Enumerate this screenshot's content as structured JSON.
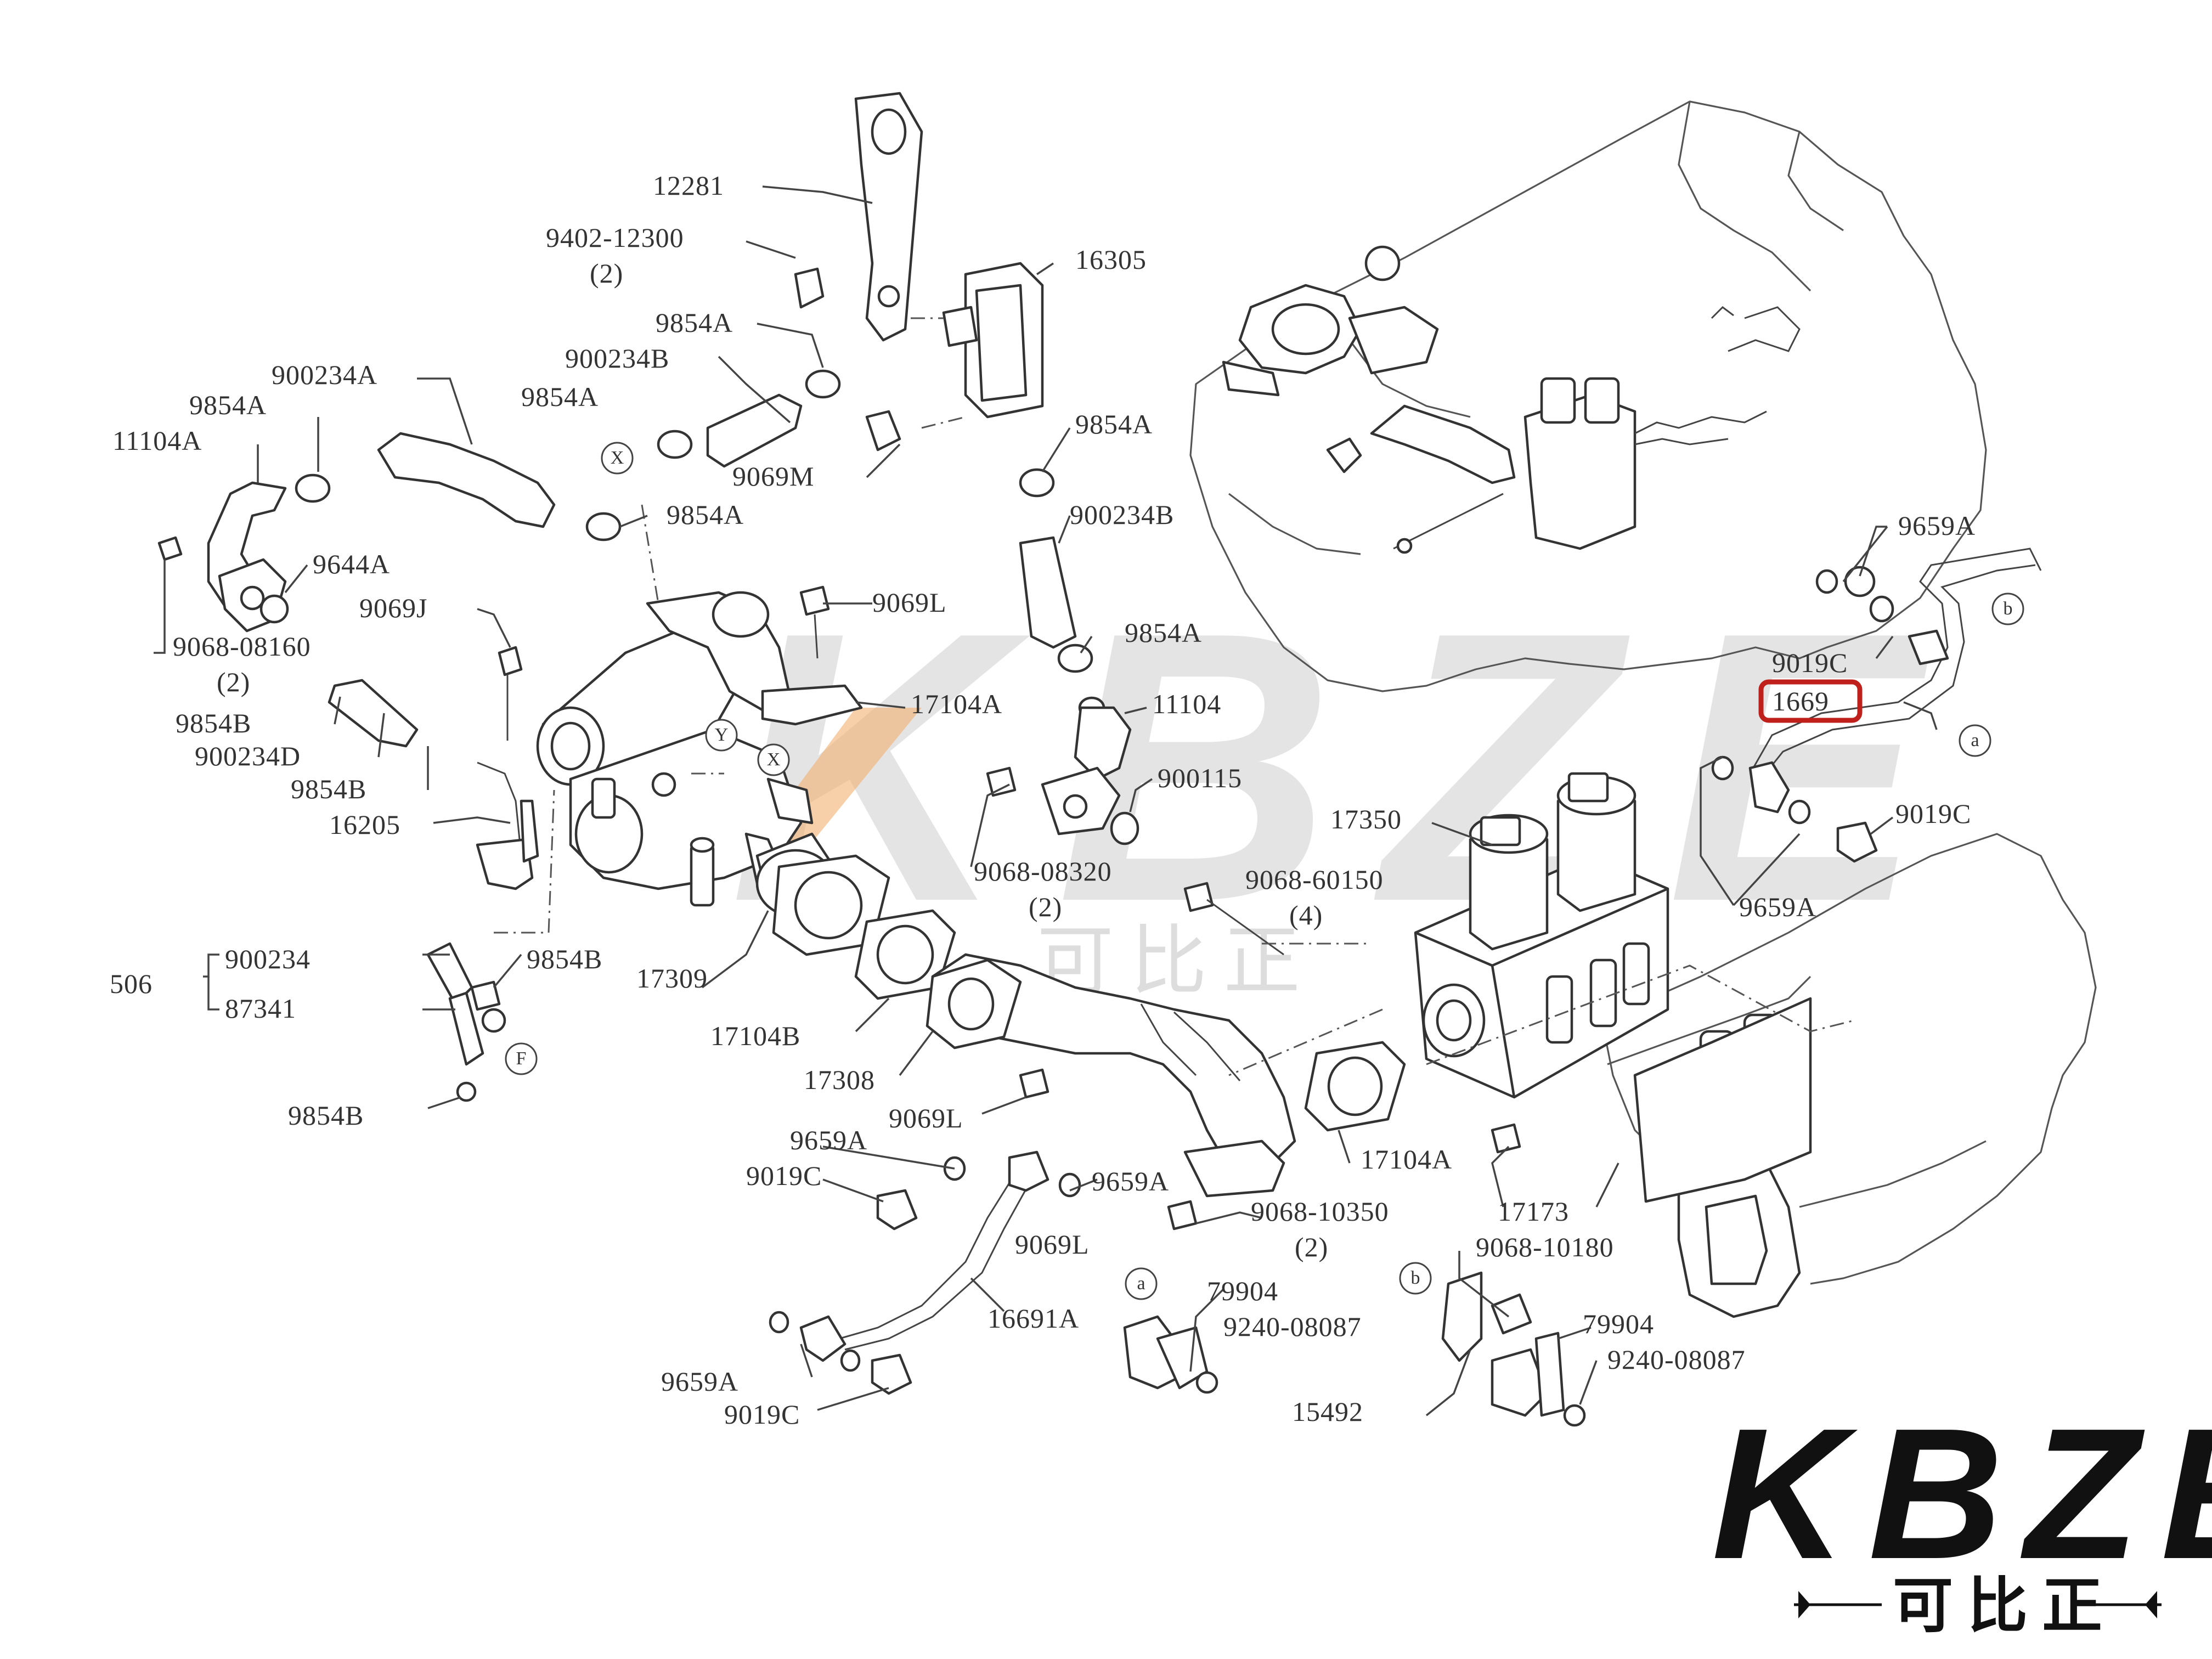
{
  "highlight_color": "#c0201c",
  "accent_color": "#f0a050",
  "watermark": {
    "text": "KBZE",
    "subtitle": "可比正"
  },
  "logo": {
    "text": "KBZE",
    "subtitle": "可比正"
  },
  "highlighted_part": "1669",
  "ref_markers": [
    "X",
    "Y",
    "F",
    "a",
    "b"
  ],
  "labels": {
    "p12281": "12281",
    "p9402_12300": "9402-12300",
    "p9402_qty": "(2)",
    "p16305": "16305",
    "p9854A_a": "9854A",
    "p900234B_a": "900234B",
    "p9854A_b": "9854A",
    "p900234A": "900234A",
    "p9854A_c": "9854A",
    "p11104A": "11104A",
    "p9069M": "9069M",
    "p9854A_d": "9854A",
    "p900234B_b": "900234B",
    "p9854A_e": "9854A",
    "p9854A_f": "9854A",
    "p9644A": "9644A",
    "p9069J": "9069J",
    "p9069L_a": "9069L",
    "p9068_08160": "9068-08160",
    "p9068_08160_qty": "(2)",
    "p9854B_a": "9854B",
    "p900234D": "900234D",
    "p9854B_b": "9854B",
    "p16205": "16205",
    "p17104A_a": "17104A",
    "p11104": "11104",
    "p900115": "900115",
    "p9068_08320": "9068-08320",
    "p9068_08320_qty": "(2)",
    "p9068_60150": "9068-60150",
    "p9068_60150_qty": "(4)",
    "p17350": "17350",
    "p9659A_a": "9659A",
    "p9019C_a": "9019C",
    "p1669": "1669",
    "p9019C_b": "9019C",
    "p9659A_b": "9659A",
    "p506": "506",
    "p900234": "900234",
    "p87341": "87341",
    "p9854B_c": "9854B",
    "p17309": "17309",
    "p17104B": "17104B",
    "p17308": "17308",
    "p9854B_d": "9854B",
    "p9069L_b": "9069L",
    "p9659A_c": "9659A",
    "p9019C_c": "9019C",
    "p9659A_d": "9659A",
    "p17104A_b": "17104A",
    "p9068_10350": "9068-10350",
    "p9068_10350_qty": "(2)",
    "p17173": "17173",
    "p9069L_c": "9069L",
    "p9068_10180": "9068-10180",
    "p79904_a": "79904",
    "p9240_08087_a": "9240-08087",
    "p79904_b": "79904",
    "p9240_08087_b": "9240-08087",
    "p16691A": "16691A",
    "p15492": "15492",
    "p9659A_e": "9659A",
    "p9019C_d": "9019C"
  }
}
